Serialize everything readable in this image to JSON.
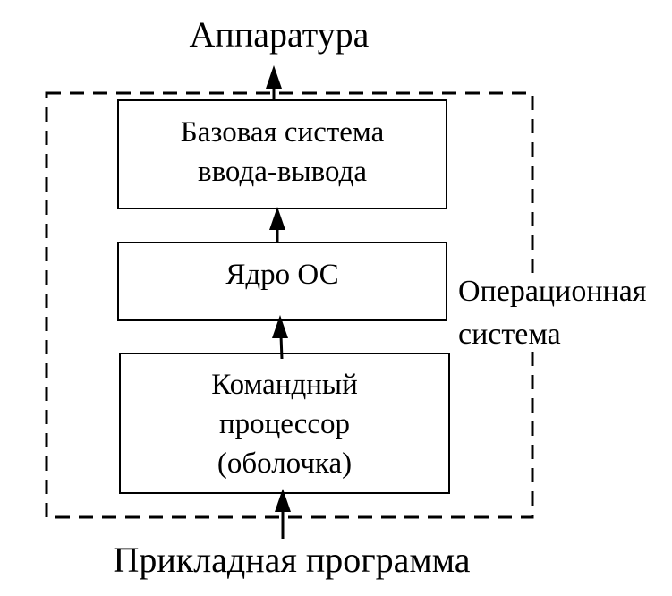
{
  "diagram": {
    "top_label": "Аппаратура",
    "bottom_label": "Прикладная программа",
    "os_label": [
      "Операционная",
      "система"
    ],
    "boxes": [
      {
        "id": "bios",
        "lines": [
          "Базовая система",
          "ввода-вывода"
        ]
      },
      {
        "id": "kernel",
        "lines": [
          "Ядро ОС"
        ]
      },
      {
        "id": "shell",
        "lines": [
          "Командный",
          "процессор",
          "(оболочка)"
        ]
      }
    ],
    "colors": {
      "stroke": "#000000",
      "background": "#ffffff"
    }
  }
}
